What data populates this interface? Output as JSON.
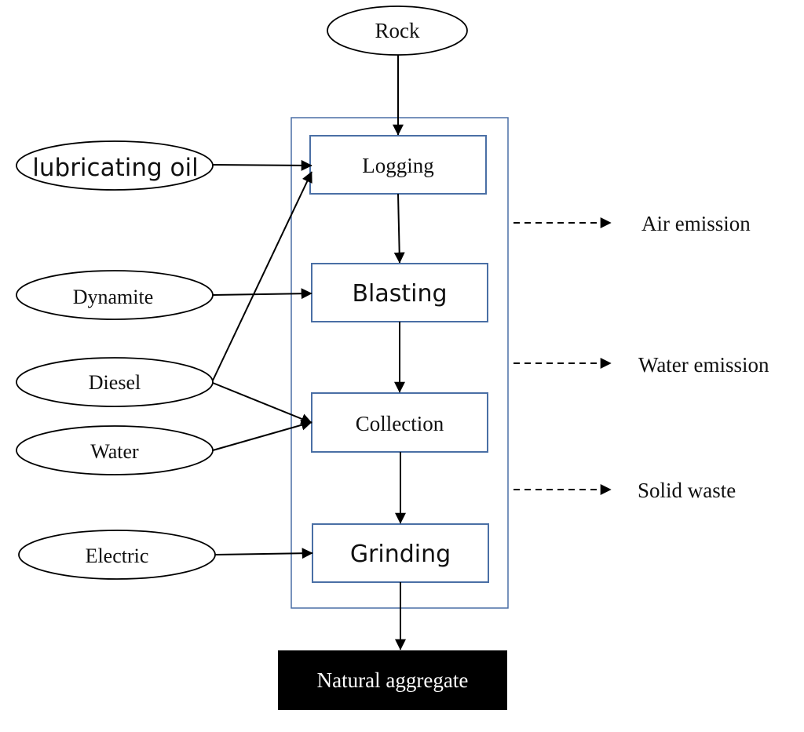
{
  "diagram": {
    "type": "process-flow",
    "colors": {
      "process_box_border": "#4a6fa5",
      "container_border": "#4a6fa5",
      "edge": "#000000",
      "output_fill": "#000000",
      "output_text": "#ffffff"
    },
    "inputs": {
      "rock": "Rock",
      "lubricating_oil": "lubricating oil",
      "dynamite": "Dynamite",
      "diesel": "Diesel",
      "water": "Water",
      "electric": "Electric"
    },
    "processes": {
      "logging": "Logging",
      "blasting": "Blasting",
      "collection": "Collection",
      "grinding": "Grinding"
    },
    "emissions": {
      "air": "Air emission",
      "water": "Water emission",
      "solid": "Solid waste"
    },
    "output": {
      "label": "Natural aggregate"
    },
    "edges": [
      {
        "from": "Rock",
        "to": "Logging",
        "style": "solid"
      },
      {
        "from": "lubricating oil",
        "to": "Logging",
        "style": "solid"
      },
      {
        "from": "Diesel",
        "to": "Logging",
        "style": "solid"
      },
      {
        "from": "Dynamite",
        "to": "Blasting",
        "style": "solid"
      },
      {
        "from": "Diesel",
        "to": "Collection",
        "style": "solid"
      },
      {
        "from": "Water",
        "to": "Collection",
        "style": "solid"
      },
      {
        "from": "Electric",
        "to": "Grinding",
        "style": "solid"
      },
      {
        "from": "Logging",
        "to": "Blasting",
        "style": "solid"
      },
      {
        "from": "Blasting",
        "to": "Collection",
        "style": "solid"
      },
      {
        "from": "Collection",
        "to": "Grinding",
        "style": "solid"
      },
      {
        "from": "Grinding",
        "to": "Natural aggregate",
        "style": "solid"
      },
      {
        "from": "Process system",
        "to": "Air emission",
        "style": "dashed"
      },
      {
        "from": "Process system",
        "to": "Water emission",
        "style": "dashed"
      },
      {
        "from": "Process system",
        "to": "Solid waste",
        "style": "dashed"
      }
    ]
  }
}
